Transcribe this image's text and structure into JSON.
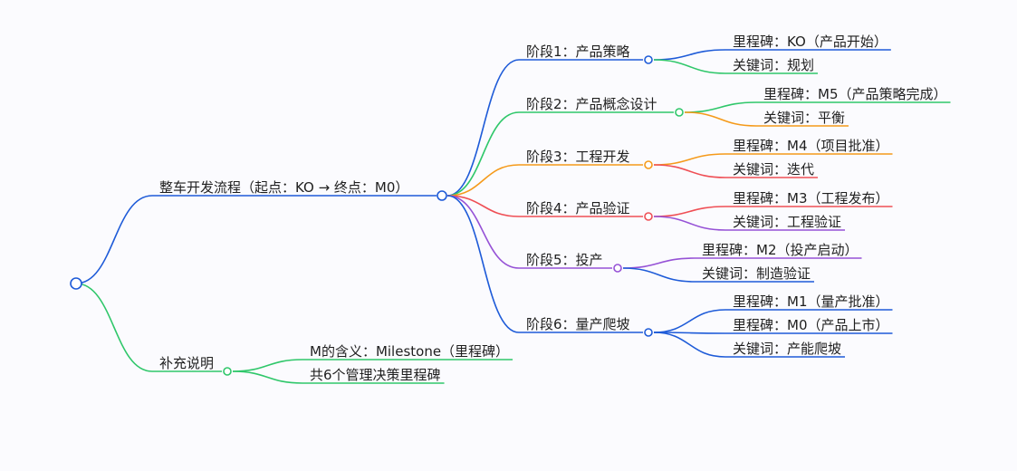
{
  "mindmap": {
    "root": {
      "label": ""
    },
    "flow": {
      "label": "整车开发流程（起点：KO → 终点：M0）",
      "color": "#1e5bd8",
      "stages": [
        {
          "label": "阶段1：产品策略",
          "color": "#1e5bd8",
          "children": [
            {
              "label": "里程碑：KO（产品开始）",
              "color": "#1e5bd8"
            },
            {
              "label": "关键词：规划",
              "color": "#2fc76a"
            }
          ]
        },
        {
          "label": "阶段2：产品概念设计",
          "color": "#2fc76a",
          "children": [
            {
              "label": "里程碑：M5（产品策略完成）",
              "color": "#2fc76a"
            },
            {
              "label": "关键词：平衡",
              "color": "#f59a1a"
            }
          ]
        },
        {
          "label": "阶段3：工程开发",
          "color": "#f59a1a",
          "children": [
            {
              "label": "里程碑：M4（项目批准）",
              "color": "#f59a1a"
            },
            {
              "label": "关键词：迭代",
              "color": "#ef4f55"
            }
          ]
        },
        {
          "label": "阶段4：产品验证",
          "color": "#ef4f55",
          "children": [
            {
              "label": "里程碑：M3（工程发布）",
              "color": "#ef4f55"
            },
            {
              "label": "关键词：工程验证",
              "color": "#9652d6"
            }
          ]
        },
        {
          "label": "阶段5：投产",
          "color": "#9652d6",
          "children": [
            {
              "label": "里程碑：M2（投产启动）",
              "color": "#9652d6"
            },
            {
              "label": "关键词：制造验证",
              "color": "#1e5bd8"
            }
          ]
        },
        {
          "label": "阶段6：量产爬坡",
          "color": "#1e5bd8",
          "children": [
            {
              "label": "里程碑：M1（量产批准）",
              "color": "#1e5bd8"
            },
            {
              "label": "里程碑：M0（产品上市）",
              "color": "#1e5bd8"
            },
            {
              "label": "关键词：产能爬坡",
              "color": "#1e5bd8"
            }
          ]
        }
      ]
    },
    "notes": {
      "label": "补充说明",
      "color": "#2fc76a",
      "children": [
        {
          "label": "M的含义：Milestone（里程碑）",
          "color": "#2fc76a"
        },
        {
          "label": "共6个管理决策里程碑",
          "color": "#2fc76a"
        }
      ]
    }
  }
}
